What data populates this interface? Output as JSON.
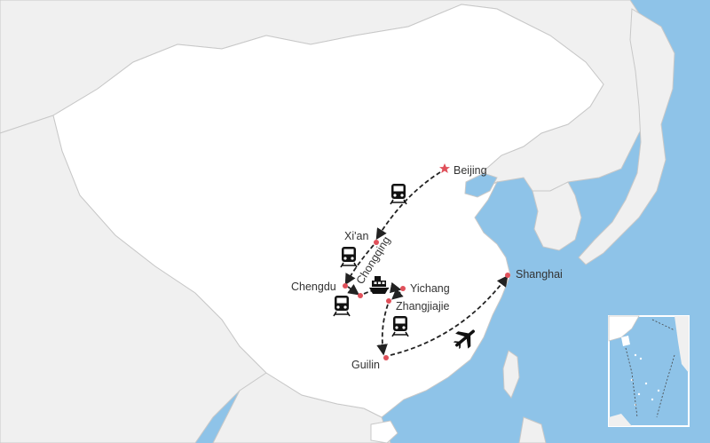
{
  "colors": {
    "sea": "#8ec3e8",
    "china": "#ffffff",
    "neighbor": "#f0f0f0",
    "border": "#c8c8c8",
    "city_dot": "#e0505a",
    "route": "#222222"
  },
  "cities": [
    {
      "id": "beijing",
      "name": "Beijing",
      "marker": "star"
    },
    {
      "id": "xian",
      "name": "Xi'an",
      "marker": "dot"
    },
    {
      "id": "chengdu",
      "name": "Chengdu",
      "marker": "dot"
    },
    {
      "id": "chongqing",
      "name": "Chongqing",
      "marker": "dot"
    },
    {
      "id": "yichang",
      "name": "Yichang",
      "marker": "dot"
    },
    {
      "id": "zhangjiajie",
      "name": "Zhangjiajie",
      "marker": "dot"
    },
    {
      "id": "guilin",
      "name": "Guilin",
      "marker": "dot"
    },
    {
      "id": "shanghai",
      "name": "Shanghai",
      "marker": "dot"
    }
  ],
  "routes": [
    {
      "from": "Beijing",
      "to": "Xi'an",
      "mode": "train-icon"
    },
    {
      "from": "Xi'an",
      "to": "Chengdu",
      "mode": "train-icon"
    },
    {
      "from": "Chengdu",
      "to": "Chongqing",
      "mode": "train-icon"
    },
    {
      "from": "Chongqing",
      "to": "Yichang",
      "mode": "cruise-ship-icon"
    },
    {
      "from": "Yichang",
      "to": "Zhangjiajie",
      "mode": "transfer"
    },
    {
      "from": "Zhangjiajie",
      "to": "Guilin",
      "mode": "train-icon"
    },
    {
      "from": "Guilin",
      "to": "Shanghai",
      "mode": "airplane-icon"
    }
  ],
  "inset": {
    "name": "south-china-sea-inset"
  }
}
